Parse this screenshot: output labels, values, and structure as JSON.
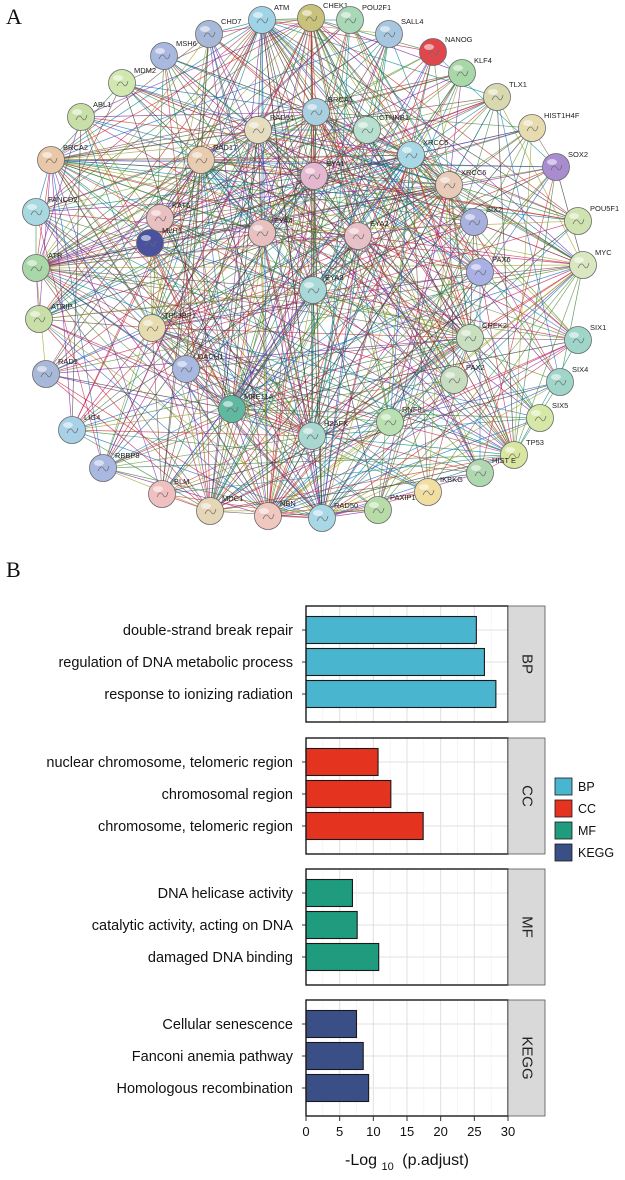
{
  "panel_a": {
    "letter": "A",
    "nodes": [
      {
        "name": "ATM",
        "color": "#9fd3e6"
      },
      {
        "name": "CHEK1",
        "color": "#c9c27a"
      },
      {
        "name": "POU2F1",
        "color": "#a9d8b7"
      },
      {
        "name": "SALL4",
        "color": "#a7c6e0"
      },
      {
        "name": "NANOG",
        "color": "#e0474c"
      },
      {
        "name": "KLF4",
        "color": "#a8d8a8"
      },
      {
        "name": "TLX1",
        "color": "#d9d9b0"
      },
      {
        "name": "HIST1H4F",
        "color": "#e6dcb0"
      },
      {
        "name": "SOX2",
        "color": "#a98bd0"
      },
      {
        "name": "POU5F1",
        "color": "#cfe3b0"
      },
      {
        "name": "MYC",
        "color": "#d9e8c0"
      },
      {
        "name": "SIX1",
        "color": "#9fd6c9"
      },
      {
        "name": "SIX4",
        "color": "#9fd6c9"
      },
      {
        "name": "SIX5",
        "color": "#d6e8a6"
      },
      {
        "name": "TP53",
        "color": "#d9e6a0"
      },
      {
        "name": "HIST E",
        "color": "#b0d8b0"
      },
      {
        "name": "IKBKG",
        "color": "#f0dfa0"
      },
      {
        "name": "PAXIP1",
        "color": "#b8dca8"
      },
      {
        "name": "RAD50",
        "color": "#a8d8e6"
      },
      {
        "name": "NBN",
        "color": "#f0c8c0"
      },
      {
        "name": "MDC1",
        "color": "#e6d6b8"
      },
      {
        "name": "BLM",
        "color": "#f0bfbf"
      },
      {
        "name": "RBBP8",
        "color": "#a8b8e0"
      },
      {
        "name": "LIG4",
        "color": "#a8d0e6"
      },
      {
        "name": "RAD1",
        "color": "#a8b8d8"
      },
      {
        "name": "ATRIP",
        "color": "#c8e0a8"
      },
      {
        "name": "ATR",
        "color": "#a8d8a8"
      },
      {
        "name": "FANCD2",
        "color": "#a8d8e0"
      },
      {
        "name": "BRCA2",
        "color": "#e8c8a8"
      },
      {
        "name": "ABL1",
        "color": "#c8e0a8"
      },
      {
        "name": "MDM2",
        "color": "#d0e8b0"
      },
      {
        "name": "MSH6",
        "color": "#a8b8e0"
      },
      {
        "name": "CHD7",
        "color": "#a8b8d8"
      },
      {
        "name": "BRCA1",
        "color": "#a8d0e0"
      },
      {
        "name": "RAD51",
        "color": "#e6dcc0"
      },
      {
        "name": "CTNNB1",
        "color": "#b8e0d0"
      },
      {
        "name": "XRCC5",
        "color": "#a8d8e6"
      },
      {
        "name": "XRCC6",
        "color": "#e8cbb8"
      },
      {
        "name": "RAD17",
        "color": "#e8ccb0"
      },
      {
        "name": "KAT5",
        "color": "#e8c0c0"
      },
      {
        "name": "EYA1",
        "color": "#e6b8d0"
      },
      {
        "name": "SIX2",
        "color": "#a8b0e0"
      },
      {
        "name": "EYA4",
        "color": "#e8c0c0"
      },
      {
        "name": "EYA2",
        "color": "#e8c0c8"
      },
      {
        "name": "PAX6",
        "color": "#a8b0e6"
      },
      {
        "name": "MLH1",
        "color": "#4a52a0"
      },
      {
        "name": "EYA3",
        "color": "#a8d8d8"
      },
      {
        "name": "TP53BP1",
        "color": "#e6dcb0"
      },
      {
        "name": "CHEK2",
        "color": "#c8e0c0"
      },
      {
        "name": "DACH1",
        "color": "#a8b8e0"
      },
      {
        "name": "PAX2",
        "color": "#c8dcc0"
      },
      {
        "name": "MRE11A",
        "color": "#60b8a0"
      },
      {
        "name": "RNF8",
        "color": "#b8e0b0"
      },
      {
        "name": "H2AFX",
        "color": "#a8d8d0"
      }
    ]
  },
  "panel_b": {
    "letter": "B"
  },
  "chart_data": {
    "type": "bar",
    "orientation": "horizontal",
    "xlabel_main": "-Log",
    "xlabel_sub": "10",
    "xlabel_tail": "(p.adjust)",
    "xlim": [
      0,
      30
    ],
    "xticks": [
      "0",
      "5",
      "10",
      "15",
      "20",
      "25",
      "30"
    ],
    "grid": true,
    "legend_position": "right",
    "facets": [
      {
        "name": "BP",
        "color": "#4ab5cf",
        "categories": [
          "double-strand break repair",
          "regulation of DNA metabolic process",
          "response to ionizing radiation"
        ],
        "values": [
          25.3,
          26.5,
          28.2
        ]
      },
      {
        "name": "CC",
        "color": "#e4331f",
        "categories": [
          "nuclear chromosome, telomeric region",
          "chromosomal region",
          "chromosome, telomeric region"
        ],
        "values": [
          10.7,
          12.6,
          17.4
        ]
      },
      {
        "name": "MF",
        "color": "#1f9b7e",
        "categories": [
          "DNA helicase activity",
          "catalytic activity, acting on DNA",
          "damaged DNA binding"
        ],
        "values": [
          6.9,
          7.6,
          10.8
        ]
      },
      {
        "name": "KEGG",
        "color": "#3a4f86",
        "categories": [
          "Cellular senescence",
          "Fanconi anemia pathway",
          "Homologous recombination"
        ],
        "values": [
          7.5,
          8.5,
          9.3
        ]
      }
    ],
    "legend": [
      "BP",
      "CC",
      "MF",
      "KEGG"
    ]
  }
}
